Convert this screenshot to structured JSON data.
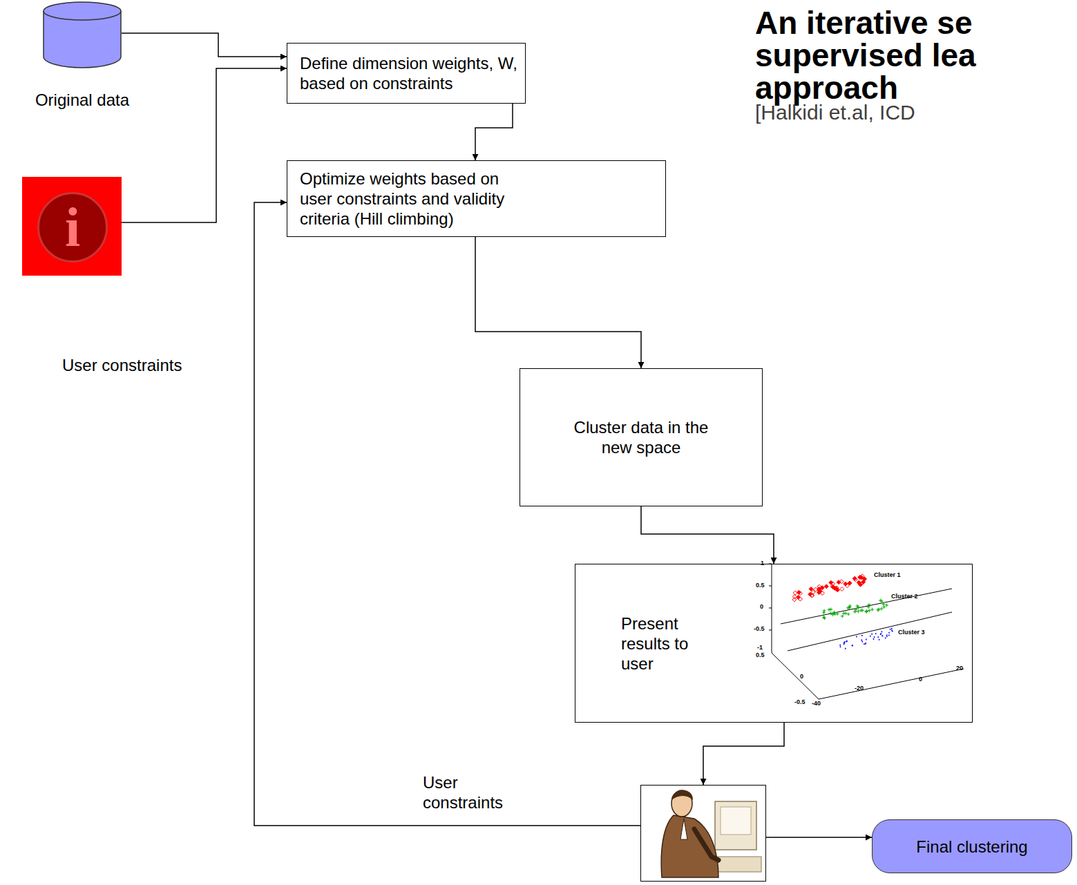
{
  "diagram": {
    "title": "An iterative se supervised lea approach",
    "nodes": [
      {
        "text": [
          "Original data"
        ]
      },
      {
        "text": [
          "i"
        ]
      },
      {
        "text": [
          "Define dimension weights, W, based on constraints"
        ]
      },
      {
        "text": [
          "Optimize weights based on user constraints and validity criteria (Hill climbing)"
        ]
      },
      {
        "text": [
          "Cluster data in the new space"
        ]
      },
      {
        "text": [
          "Present results to user"
        ]
      },
      {
        "text": []
      },
      {
        "text": [
          "Final clustering"
        ]
      }
    ],
    "edges": [
      {
        "from": 0,
        "to": 2,
        "arrow": "to"
      },
      {
        "from": 1,
        "to": 2,
        "arrow": "to"
      },
      {
        "from": 2,
        "to": 3,
        "arrow": "to"
      },
      {
        "from": 3,
        "to": 4,
        "arrow": "to"
      },
      {
        "from": 4,
        "to": 5,
        "arrow": "to"
      },
      {
        "from": 5,
        "to": 6,
        "arrow": "to"
      },
      {
        "from": 6,
        "to": 3,
        "label": "User constraints",
        "arrow": "to"
      },
      {
        "from": 6,
        "to": 7,
        "arrow": "to"
      }
    ],
    "labels": [
      "[Halkidi et.al, ICD",
      "User constraints",
      "Cluster 1",
      "Cluster 2",
      "Cluster 3",
      "1",
      "0.5",
      "0",
      "-0.5",
      "-1",
      "0.5",
      "-0.5",
      "0",
      "-40",
      "-20",
      "0",
      "20"
    ]
  }
}
